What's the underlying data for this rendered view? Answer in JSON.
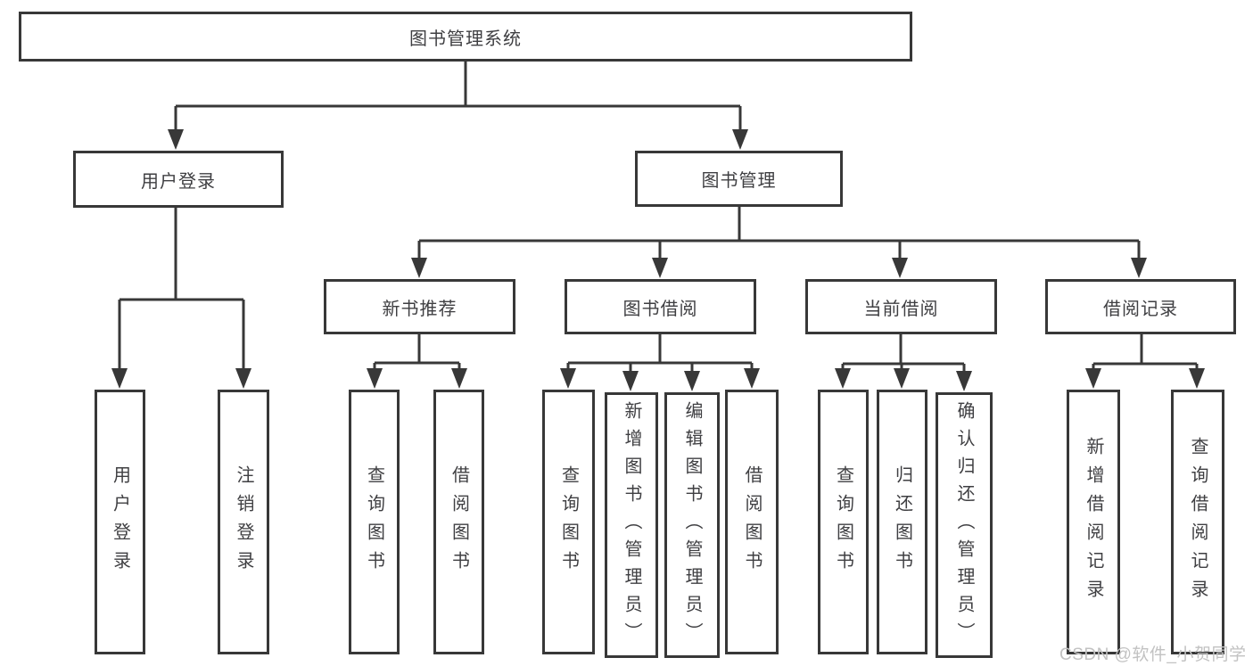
{
  "diagram_title": "图书管理系统",
  "colors": {
    "line": "#383838",
    "text": "#3f3f42",
    "bg": "#ffffff",
    "watermark": "#c2c2c2"
  },
  "nodes": {
    "root": "图书管理系统",
    "login": "用户登录",
    "mgmt": "图书管理",
    "login_children": [
      "用户登录",
      "注销登录"
    ],
    "groups": [
      {
        "label": "新书推荐",
        "children": [
          "查询图书",
          "借阅图书"
        ]
      },
      {
        "label": "图书借阅",
        "children": [
          "查询图书",
          "新增图书（管理员）",
          "编辑图书（管理员）",
          "借阅图书"
        ]
      },
      {
        "label": "当前借阅",
        "children": [
          "查询图书",
          "归还图书",
          "确认归还（管理员）"
        ]
      },
      {
        "label": "借阅记录",
        "children": [
          "新增借阅记录",
          "查询借阅记录"
        ]
      }
    ]
  },
  "watermark": "CSDN @软件_小贺同学"
}
